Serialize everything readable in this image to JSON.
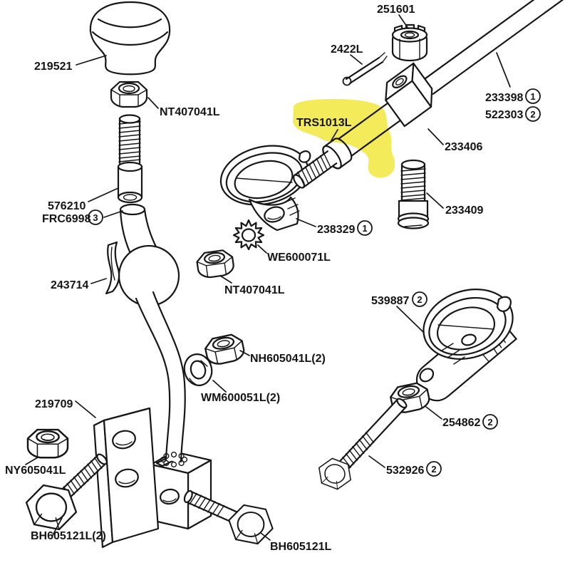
{
  "diagram": {
    "background": "#ffffff",
    "line_color": "#161616",
    "highlight_color": "#f1e73c"
  },
  "parts": {
    "knob": {
      "label": "219521"
    },
    "knob_nut": {
      "label": "NT407041L"
    },
    "split_pin": {
      "label": "2422L"
    },
    "castle_nut": {
      "label": "251601"
    },
    "rod_primary": {
      "label": "233398",
      "qty": "1"
    },
    "rod_alternate": {
      "label": "522303",
      "qty": "2"
    },
    "highlighted_locknut": {
      "label": "TRS1013L"
    },
    "trunnion_block": {
      "label": "233406"
    },
    "stud": {
      "label": "233409"
    },
    "upper_tube": {
      "label": "576210"
    },
    "lower_tube": {
      "label": "FRC6998",
      "qty": "3"
    },
    "lever_eye": {
      "label": "238329",
      "qty": "1"
    },
    "star_washer": {
      "label": "WE600071L"
    },
    "mid_nut": {
      "label": "NT407041L"
    },
    "retaining_clip": {
      "label": "243714"
    },
    "hex_nuts": {
      "label": "NH605041L(2)"
    },
    "spring_washers": {
      "label": "WM600051L(2)"
    },
    "clevis_assembly": {
      "label": "539887",
      "qty": "2"
    },
    "clevis_nut": {
      "label": "254862",
      "qty": "2"
    },
    "clevis_bolt": {
      "label": "532926",
      "qty": "2"
    },
    "mount_plate": {
      "label": "219709"
    },
    "nyloc_nut": {
      "label": "NY605041L"
    },
    "mount_bolts": {
      "label": "BH605121L(2)"
    },
    "clamp_bolt": {
      "label": "BH605121L"
    }
  }
}
